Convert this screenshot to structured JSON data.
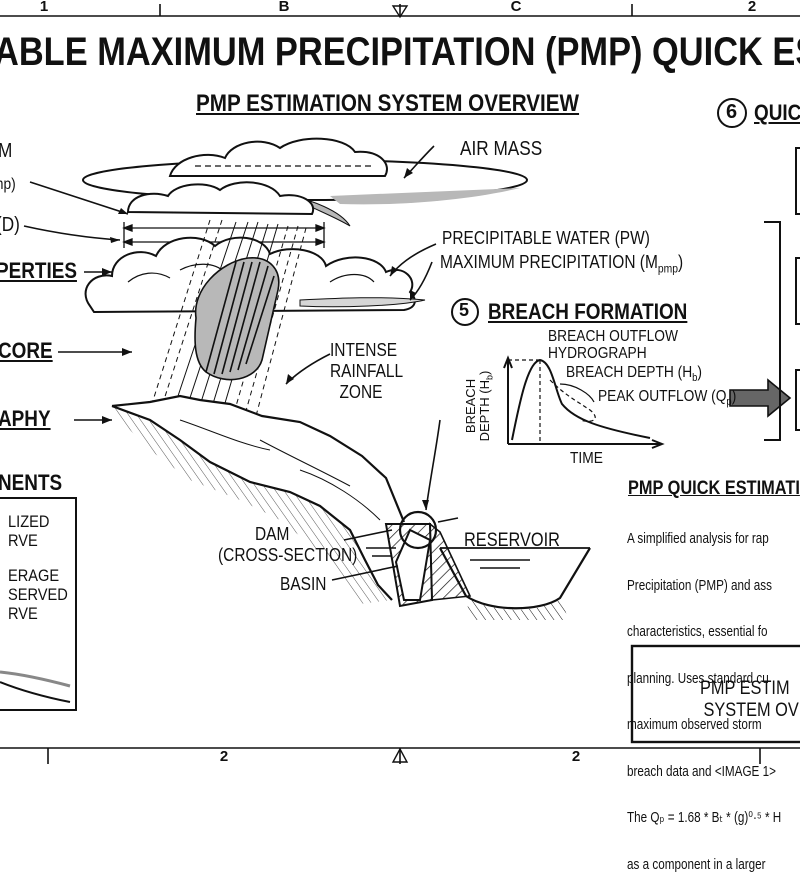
{
  "frame": {
    "top_labels": [
      "1",
      "B",
      "C",
      "2"
    ],
    "bottom_labels": [
      "2",
      "2"
    ]
  },
  "title": "ABLE MAXIMUM PRECIPITATION (PMP) QUICK EST",
  "subtitle": "PMP ESTIMATION SYSTEM OVERVIEW",
  "left_labels": {
    "storm": "M",
    "mpmp": "mp)",
    "depth": "(D)",
    "properties": "PERTIES",
    "core": "CORE",
    "topography": "APHY"
  },
  "cloud_labels": {
    "air_mass": "AIR MASS",
    "precipitable_water": "PRECIPITABLE WATER (PW)",
    "maximum_precipitation": "MAXIMUM PRECIPITATION (M",
    "maximum_precipitation_sub": "pmp",
    "maximum_precipitation_end": ")",
    "intense_rainfall": [
      "INTENSE",
      "RAINFALL",
      "ZONE"
    ]
  },
  "terrain_labels": {
    "dam": [
      "DAM",
      "(CROSS-SECTION)"
    ],
    "basin": "BASIN",
    "reservoir": "RESERVOIR"
  },
  "breach": {
    "number": "5",
    "title": "BREACH FORMATION",
    "hydrograph_title": [
      "BREACH OUTFLOW",
      "HYDROGRAPH"
    ],
    "breach_depth": "BREACH DEPTH (H",
    "breach_depth_sub": "b",
    "peak_outflow": "PEAK OUTFLOW (Q",
    "peak_outflow_sub": "p",
    "y_axis": [
      "BREACH",
      "DEPTH (H"
    ],
    "y_axis_sub": "b",
    "x_axis": "TIME"
  },
  "section6": {
    "number": "6",
    "title": "QUIC"
  },
  "components": {
    "title": "NENTS",
    "legend": [
      "LIZED",
      "RVE",
      "ERAGE",
      "SERVED",
      "RVE"
    ]
  },
  "summary": {
    "title": "PMP QUICK ESTIMATI",
    "lines": [
      "A simplified analysis for rap",
      "Precipitation (PMP) and ass",
      "characteristics, essential fo",
      "planning. Uses standard cu",
      "maximum observed storm",
      "breach data and <IMAGE 1>",
      "The Qₚ = 1.68 * Bₜ * (g)⁰·⁵ * H",
      "as a component in a larger"
    ]
  },
  "system_box": [
    "PMP ESTIM",
    "SYSTEM OVE"
  ],
  "colors": {
    "ink": "#111111",
    "shade": "#b8b8b8",
    "light_shade": "#d6d6d6",
    "arrow_fill": "#666666"
  }
}
